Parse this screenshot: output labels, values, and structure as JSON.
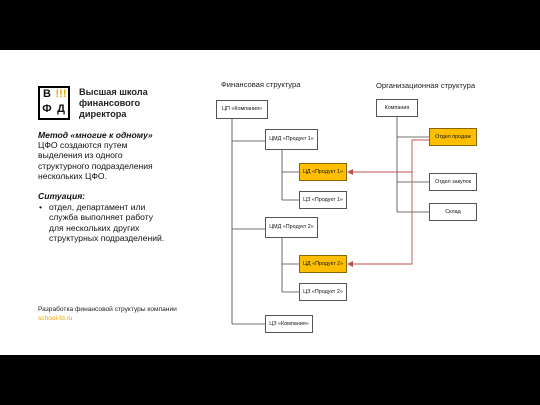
{
  "brand": {
    "logo": {
      "tl": "В",
      "tr": "!!!",
      "bl": "Ф",
      "br": "Д"
    },
    "name": "Высшая школа финансового директора"
  },
  "left": {
    "method_heading": "Метод «многие к одному»",
    "method_text": "ЦФО создаются путем выделения из одного структурного подразделения нескольких ЦФО.",
    "situation_heading": "Ситуация:",
    "situation_bullet": "отдел, департамент или служба выполняет работу для нескольких других структурных подразделений."
  },
  "footer": {
    "text": "Разработка финансовой структуры компании",
    "site": "school-fd.ru"
  },
  "financial": {
    "title": "Финансовая структура",
    "root": "ЦП «Компания»",
    "cmd1": "ЦМД «Продукт 1»",
    "cd1": "ЦД «Продукт 1»",
    "cz1": "ЦЗ «Продукт 1»",
    "cmd2": "ЦМД «Продукт 2»",
    "cd2": "ЦД «Продукт 2»",
    "cz2": "ЦЗ «Продукт 2»",
    "czc": "ЦЗ «Компания»"
  },
  "org": {
    "title": "Организационная структура",
    "root": "Компания",
    "sales": "Отдел продаж",
    "purchase": "Отдел закупок",
    "warehouse": "Склад"
  },
  "colors": {
    "highlight": "#ffbf00",
    "arrow": "#c0504d",
    "brand_accent": "#f5a800"
  }
}
